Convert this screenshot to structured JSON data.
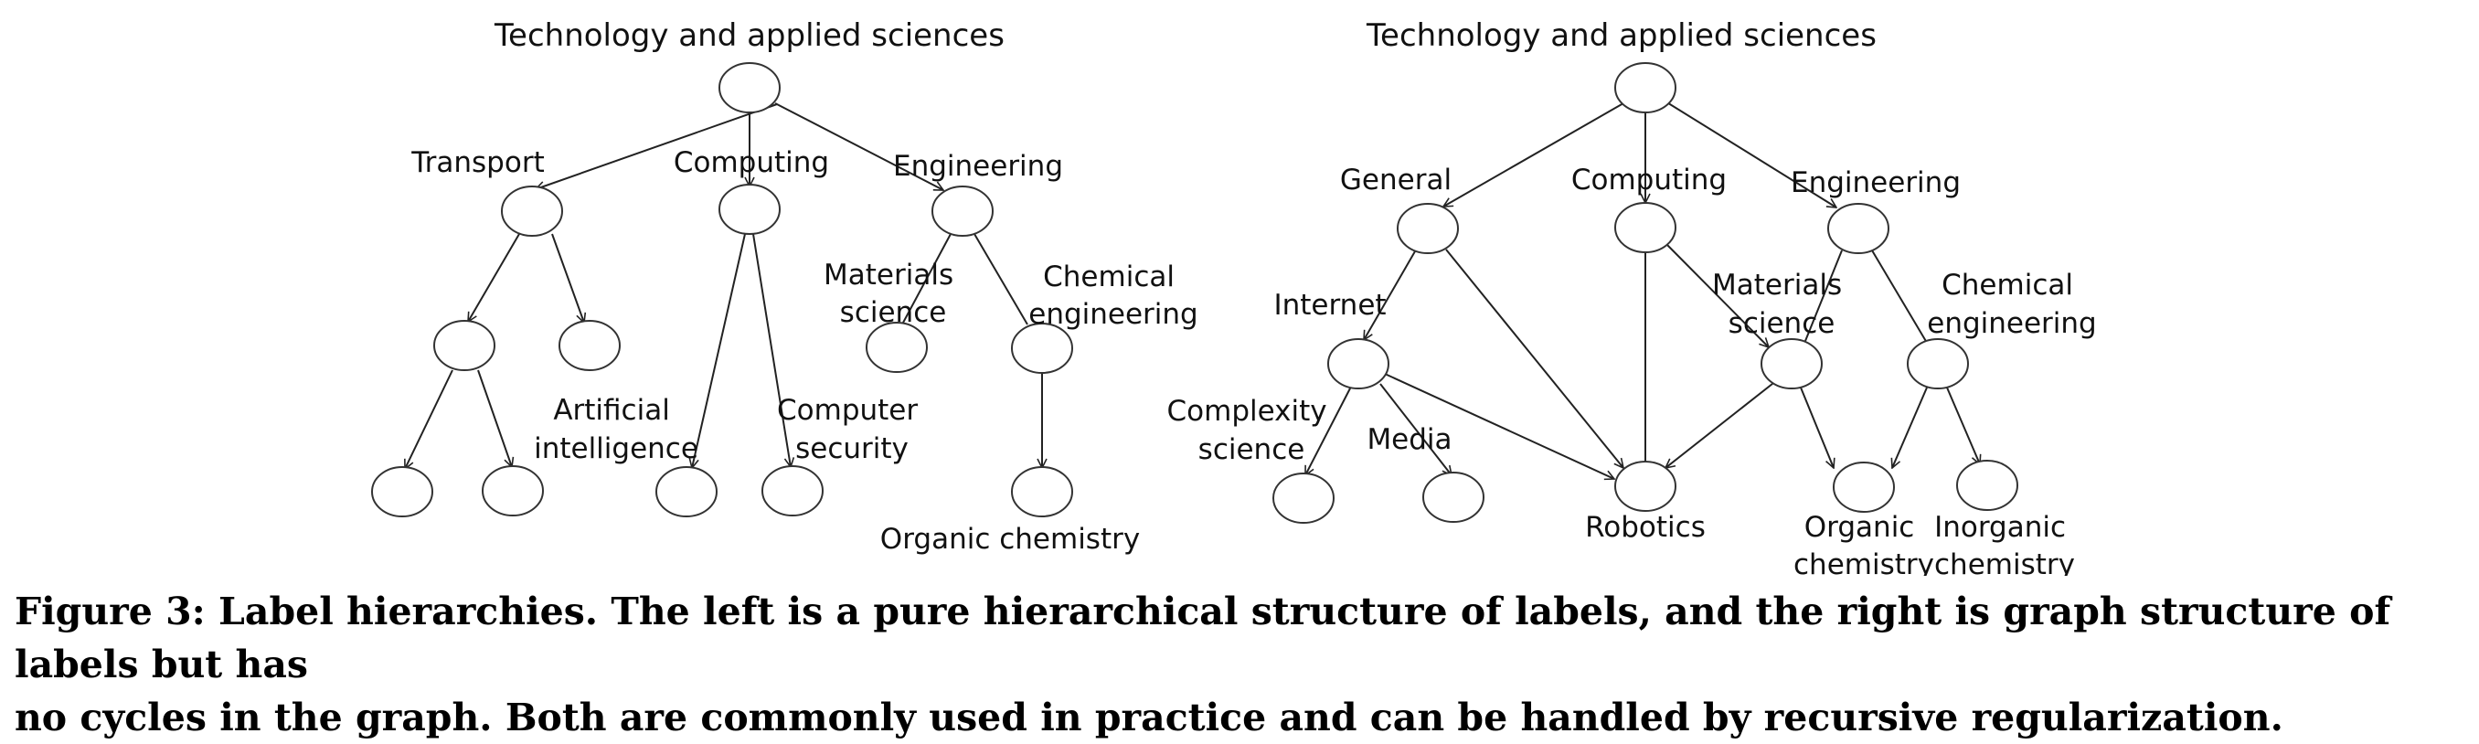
{
  "left": {
    "title": "Technology and applied sciences",
    "labels": {
      "transport": "Transport",
      "computing": "Computing",
      "engineering": "Engineering",
      "materials_science": [
        "Materials",
        "science"
      ],
      "chemical_engineering": [
        "Chemical",
        "engineering"
      ],
      "artificial_intelligence": [
        "Artificial",
        "intelligence"
      ],
      "computer_security": [
        "Computer",
        "security"
      ],
      "organic_chemistry": "Organic chemistry"
    }
  },
  "right": {
    "title": "Technology and applied sciences",
    "labels": {
      "general": "General",
      "computing": "Computing",
      "engineering": "Engineering",
      "internet": "Internet",
      "materials_science": [
        "Materials",
        "science"
      ],
      "chemical_engineering": [
        "Chemical",
        "engineering"
      ],
      "complexity_science": [
        "Complexity",
        "science"
      ],
      "media": "Media",
      "robotics": "Robotics",
      "organic_chemistry": [
        "Organic",
        "chemistry"
      ],
      "inorganic_chemistry": [
        "Inorganic",
        "chemistry"
      ]
    }
  },
  "caption": {
    "line1": "Figure 3: Label hierarchies. The left is a pure hierarchical structure of labels, and the right is graph structure of labels but has",
    "line2": "no cycles in the graph. Both are commonly used in practice and can be handled by recursive regularization."
  }
}
